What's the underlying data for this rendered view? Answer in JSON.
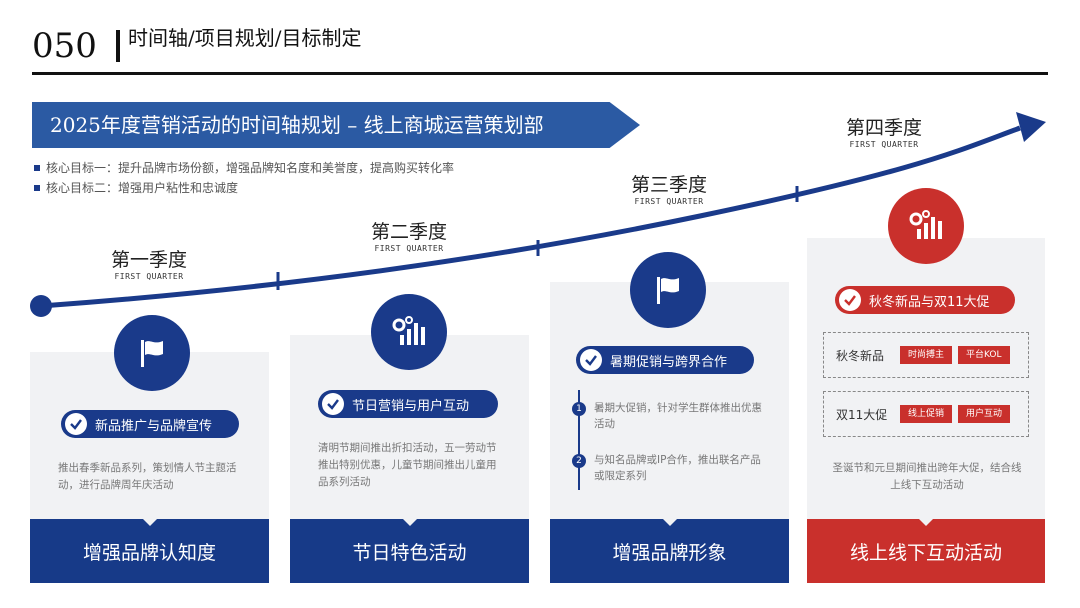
{
  "header": {
    "page_number": "050",
    "title": "时间轴/项目规划/目标制定"
  },
  "banner": {
    "text": "2025年度营销活动的时间轴规划 – 线上商城运营策划部"
  },
  "goals": [
    "核心目标一：提升品牌市场份额，增强品牌知名度和美誉度，提高购买转化率",
    "核心目标二：增强用户粘性和忠诚度"
  ],
  "quarters": [
    {
      "title": "第一季度",
      "subtitle": "FIRST QUARTER"
    },
    {
      "title": "第二季度",
      "subtitle": "FIRST QUARTER"
    },
    {
      "title": "第三季度",
      "subtitle": "FIRST QUARTER"
    },
    {
      "title": "第四季度",
      "subtitle": "FIRST QUARTER"
    }
  ],
  "cards": [
    {
      "pill": "新品推广与品牌宣传",
      "desc": "推出春季新品系列，策划情人节主题活动，进行品牌周年庆活动",
      "footer": "增强品牌认知度"
    },
    {
      "pill": "节日营销与用户互动",
      "desc": "清明节期间推出折扣活动，五一劳动节推出特别优惠，儿童节期间推出儿童用品系列活动",
      "footer": "节日特色活动"
    },
    {
      "pill": "暑期促销与跨界合作",
      "steps": [
        {
          "num": "1",
          "text": "暑期大促销，针对学生群体推出优惠活动"
        },
        {
          "num": "2",
          "text": "与知名品牌或IP合作，推出联名产品或限定系列"
        }
      ],
      "footer": "增强品牌形象"
    },
    {
      "pill": "秋冬新品与双11大促",
      "boxes": [
        {
          "label": "秋冬新品",
          "tags": [
            "时尚搏主",
            "平台KOL"
          ]
        },
        {
          "label": "双11大促",
          "tags": [
            "线上促销",
            "用户互动"
          ]
        }
      ],
      "desc": "圣诞节和元旦期间推出跨年大促，结合线上线下互动活动",
      "footer": "线上线下互动活动"
    }
  ],
  "colors": {
    "navy": "#1a3a8a",
    "banner_blue": "#2b5aa3",
    "red": "#c9302c",
    "card_bg": "#f1f2f4"
  },
  "icons": [
    "flag-icon",
    "gear-chart-icon",
    "flag-icon",
    "gear-chart-icon",
    "check-icon"
  ]
}
